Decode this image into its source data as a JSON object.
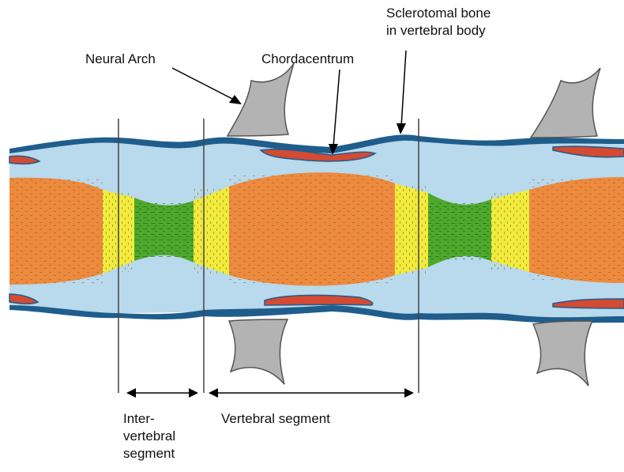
{
  "labels": {
    "neural_arch": "Neural Arch",
    "chordacentrum": "Chordacentrum",
    "sclerotomal_line1": "Sclerotomal bone",
    "sclerotomal_line2": "in vertebral body",
    "intervertebral_line1": "Inter-",
    "intervertebral_line2": "vertebral",
    "intervertebral_line3": "segment",
    "vertebral_segment": "Vertebral segment"
  },
  "colors": {
    "notochord_orange": "#ec8a3e",
    "disc_green": "#4ea82c",
    "cartilage_yellow": "#f2ea3e",
    "sheath_blue": "#b9d9ec",
    "outline_navy": "#1f5d8c",
    "chordacentrum_red": "#d44a32",
    "arch_gray": "#b3b3b3"
  }
}
